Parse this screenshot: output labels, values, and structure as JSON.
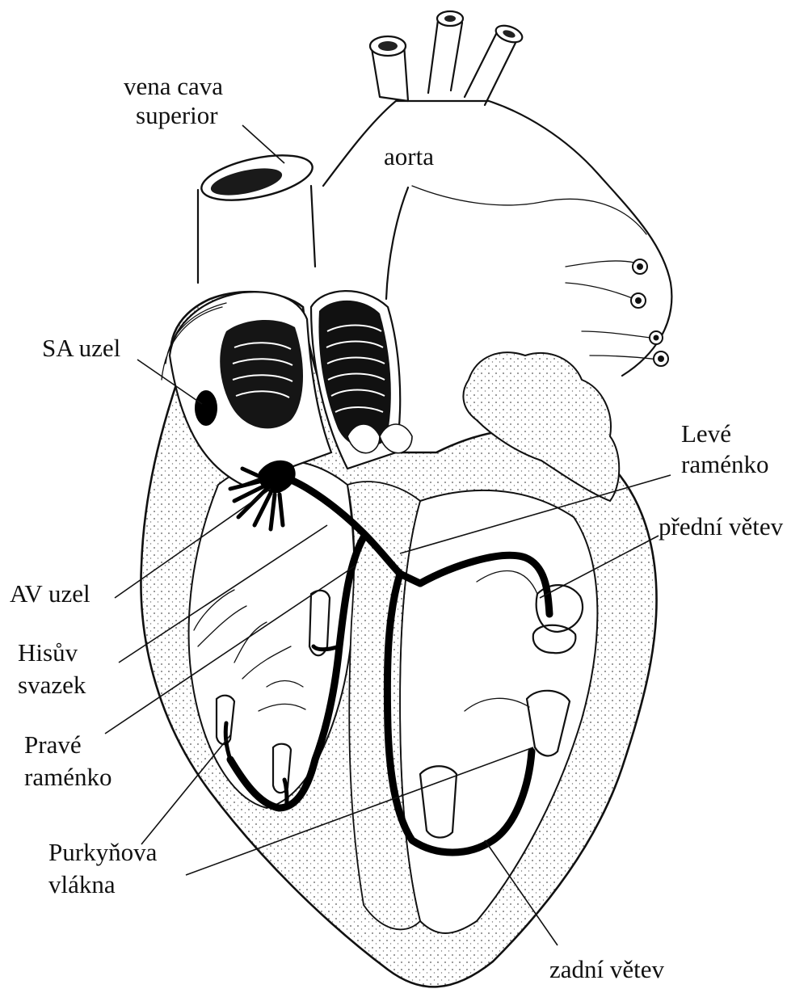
{
  "labels": {
    "vena_cava_line1": "vena cava",
    "vena_cava_line2": "superior",
    "aorta": "aorta",
    "sa_uzel": "SA uzel",
    "leve_line1": "Levé",
    "leve_line2": "raménko",
    "predni_vetev": "přední větev",
    "av_uzel": "AV uzel",
    "hisuv_line1": "Hisův",
    "hisuv_line2": "svazek",
    "prave_line1": "Pravé",
    "prave_line2": "raménko",
    "purkyne_line1": "Purkyňova",
    "purkyne_line2": "vlákna",
    "zadni_vetev": "zadní větev"
  },
  "colors": {
    "ink": "#111111",
    "stipple": "#dcdcdc",
    "background": "#ffffff"
  }
}
